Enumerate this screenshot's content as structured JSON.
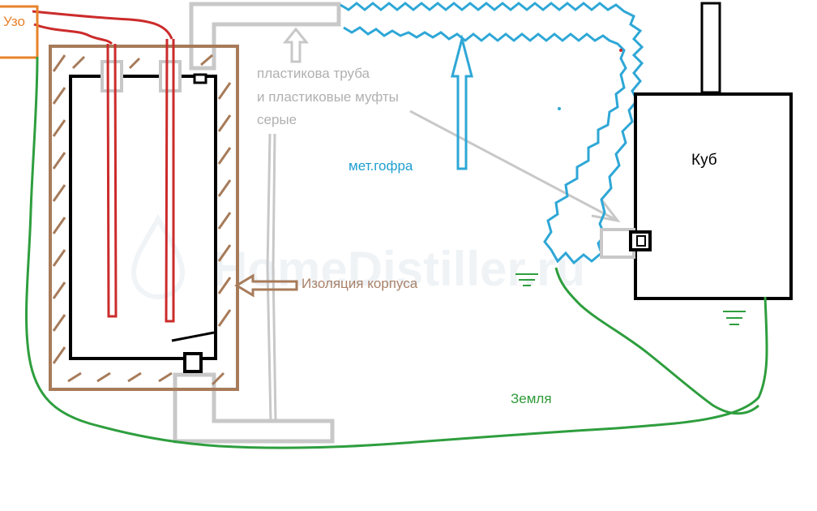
{
  "labels": {
    "uzo": "Узо",
    "pipe_line1": "пластикова труба",
    "pipe_line2": "и пластиковые муфты",
    "pipe_line3": "серые",
    "gofra": "мет.гофра",
    "kub": "Куб",
    "insulation": "Изоляция корпуса",
    "ground": "Земля"
  },
  "watermark": "HomeDistiller.ru",
  "colors": {
    "red": "#cc2b2b",
    "gray": "#c8c8c8",
    "blue": "#2ea7d6",
    "green": "#2e9e3e",
    "brown": "#a77b5a",
    "orange": "#e8822a",
    "black": "#000000",
    "label_gray": "#b0b0b0",
    "label_blue": "#1f9fd0",
    "label_brown": "#a9826a",
    "label_green": "#2f9a3a"
  }
}
